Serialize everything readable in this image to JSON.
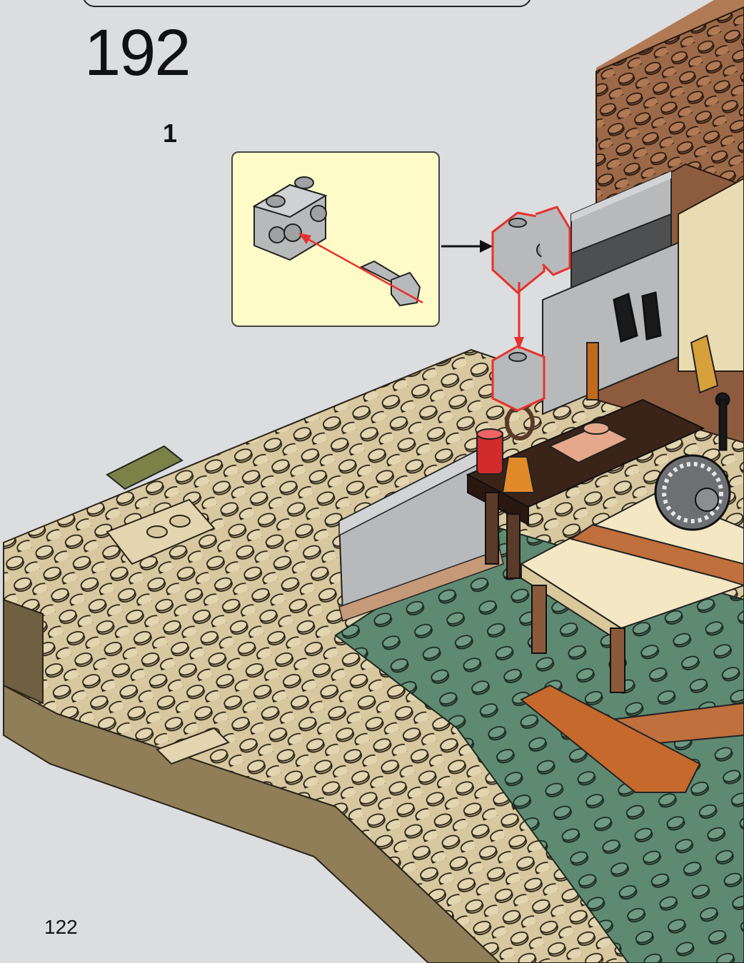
{
  "step": {
    "number": "192"
  },
  "substep": {
    "number": "1"
  },
  "page": {
    "number": "122"
  },
  "colors": {
    "background": "#dcdddf",
    "callout_background": "#fffbc9",
    "highlight": "#e8312c",
    "tan": "#d8c8a0",
    "light_gray": "#b7b9bb",
    "reddish_brown": "#8b5a3c",
    "dark_brown": "#3a2418",
    "sand_green": "#5f8a72",
    "dark_tan": "#9a8a62"
  },
  "parts": {
    "callout_piece_1": "brick-1x1-with-studs-on-side",
    "callout_piece_2": "clip-with-bar"
  }
}
